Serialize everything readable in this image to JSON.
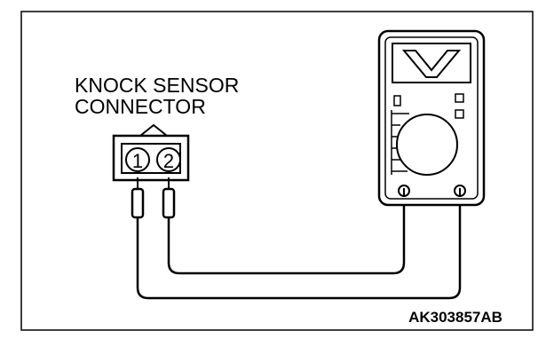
{
  "connector_label": {
    "line1": "KNOCK SENSOR",
    "line2": "CONNECTOR"
  },
  "pins": {
    "pin1": "1",
    "pin2": "2"
  },
  "meter_icon": "voltmeter-v-symbol",
  "figure_code": "AK303857AB"
}
